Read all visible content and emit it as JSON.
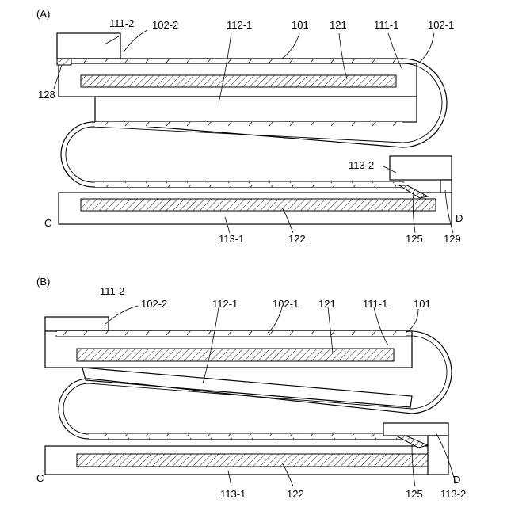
{
  "panel_a": {
    "panel_label": "(A)",
    "labels": {
      "l111_2": "111-2",
      "l102_2": "102-2",
      "l112_1": "112-1",
      "l101": "101",
      "l121": "121",
      "l111_1": "111-1",
      "l102_1": "102-1",
      "l128": "128",
      "l113_2": "113-2",
      "lC": "C",
      "lD": "D",
      "l113_1": "113-1",
      "l122": "122",
      "l125": "125",
      "l129": "129"
    }
  },
  "panel_b": {
    "panel_label": "(B)",
    "labels": {
      "l111_2": "111-2",
      "l102_2": "102-2",
      "l112_1": "112-1",
      "l102_1": "102-1",
      "l121": "121",
      "l111_1": "111-1",
      "l101": "101",
      "lC": "C",
      "lD": "D",
      "l113_1": "113-1",
      "l122": "122",
      "l125": "125",
      "l113_2": "113-2"
    }
  }
}
